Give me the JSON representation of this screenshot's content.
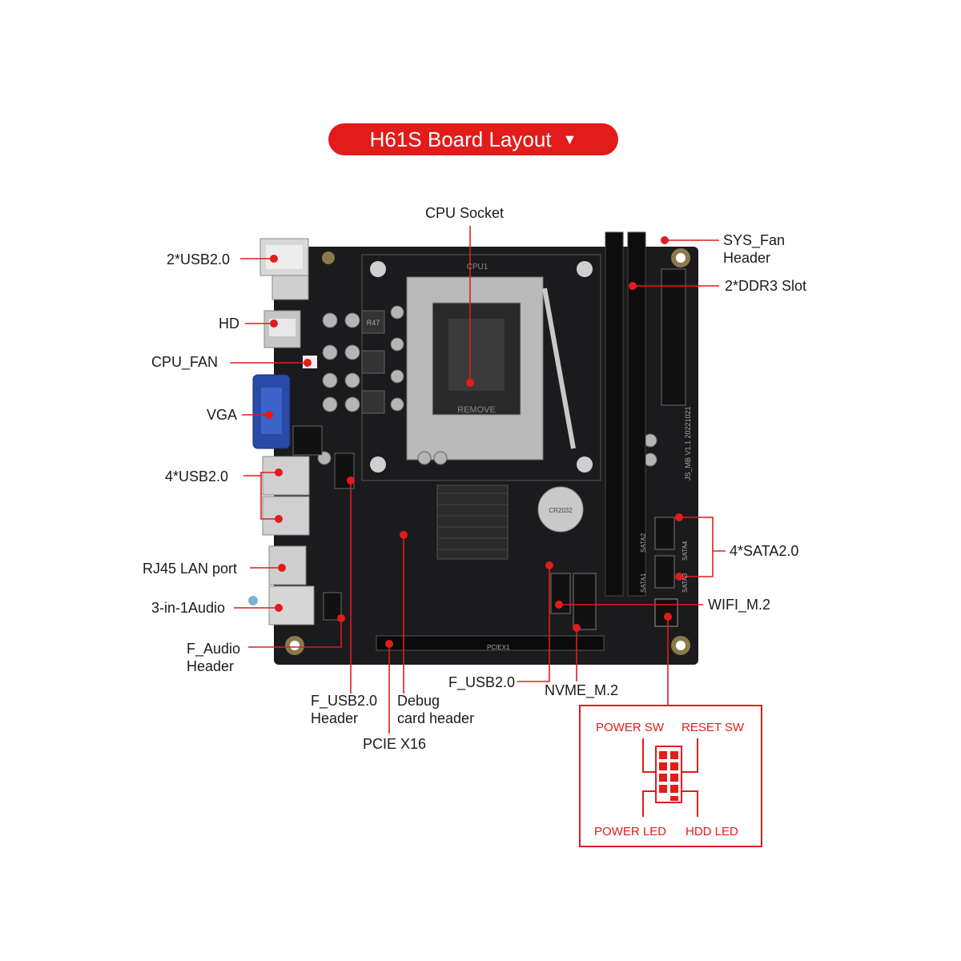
{
  "title": "H61S Board Layout",
  "colors": {
    "accent": "#e31b1b",
    "board": "#1b1b1d"
  },
  "labels": {
    "cpu_socket": "CPU Socket",
    "usb_top": "2*USB2.0",
    "hd": "HD",
    "cpu_fan": "CPU_FAN",
    "vga": "VGA",
    "usb_4": "4*USB2.0",
    "rj45": "RJ45 LAN port",
    "audio": "3-in-1Audio",
    "f_audio": "F_Audio\nHeader",
    "f_usb_header": "F_USB2.0\nHeader",
    "debug": "Debug\ncard header",
    "pcie": "PCIE X16",
    "f_usb": "F_USB2.0",
    "nvme": "NVME_M.2",
    "sys_fan": "SYS_Fan\nHeader",
    "ddr3": "2*DDR3 Slot",
    "sata": "4*SATA2.0",
    "wifi": "WIFI_M.2"
  },
  "front_panel": {
    "power_sw": "POWER SW",
    "reset_sw": "RESET SW",
    "power_led": "POWER LED",
    "hdd_led": "HDD  LED"
  },
  "board_text": {
    "remove": "REMOVE",
    "cpu1": "CPU1",
    "r47": "R47",
    "version": "JS_MB V1.1 20221021",
    "sata1": "SATA1",
    "sata2": "SATA2",
    "sata3": "SATA3",
    "sata4": "SATA4",
    "pcie_slot": "PCIEX1",
    "battery": "CR2032"
  }
}
